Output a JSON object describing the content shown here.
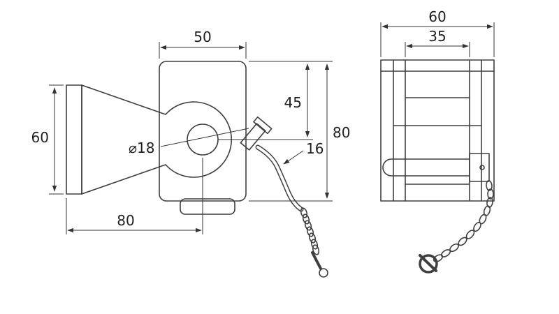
{
  "drawing": {
    "colors": {
      "background": "#ffffff",
      "outline": "#3f3f3f",
      "dimension": "#333333",
      "text": "#1f1f1f"
    },
    "side_view": {
      "dims": {
        "plate_width": "50",
        "hole_offset": "45",
        "overall_height": "80",
        "shank_height": "60",
        "length_to_hole": "80",
        "hole_diameter": "⌀18",
        "pin_diameter": "16"
      }
    },
    "front_view": {
      "dims": {
        "outer_width": "60",
        "inner_width": "35"
      }
    }
  }
}
